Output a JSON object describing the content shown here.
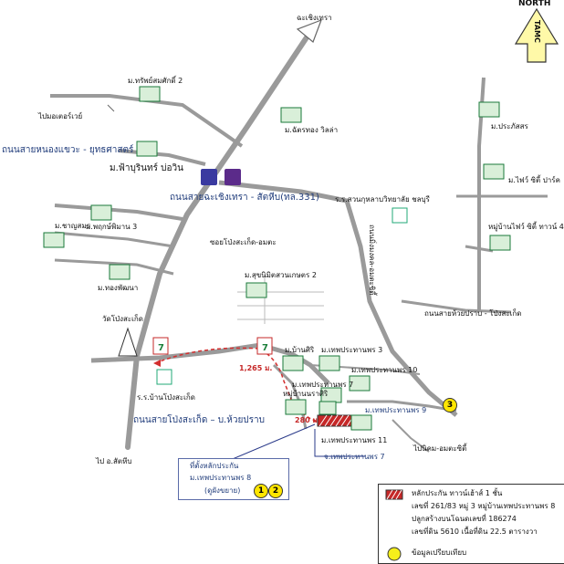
{
  "north": {
    "label": "NORTH",
    "tamc": "TAMC"
  },
  "roads": {
    "chachoengsao": "ฉะเชิงเทรา",
    "bypass": "ไปมอเตอร์เวย์",
    "nongkhaetae": "ถนนสายหนองแขวะ - ยุทธศาสตร์",
    "chachoengsao_sattahip": "ถนนสายฉะเชิงเทรา - สัตหีบ(ทล.331)",
    "soi": "ซอยโป่งสะเก็ด-อมตะ",
    "lane_vertical": "ถนนมิ่งมงคล-อมตะซิตี้",
    "huaypraab": "ถนนสายห้วยปราบ - โป่งสะเก็ด",
    "pongsaket_huaypraab": "ถนนสายโป่งสะเก็ด – บ.ห้วยปราบ",
    "to_sattahip": "ไป อ.สัตหีบ",
    "to_amata": "ไปนิคม-อมตะซิตี้"
  },
  "places": {
    "supsomsak2": "ม.ทรัพย์สมศักดิ์ 2",
    "chattong": "ม.ฉัตรทอง วิลล่า",
    "fahburin": "ม.ฟ้าบุรินทร์ บ่อวิน",
    "school": "ร.ร.สวนกุหลาบวิทยาลัย ชลบุรี",
    "chayomsin": "ม.ชาญสมร",
    "pruksapiman": "ม.พฤกษ์พิมาน 3",
    "tongpanna": "ม.ทองพัฒนา",
    "sukhumvit": "ม.สุขนิมิตสวนเกษตร 2",
    "wat": "วัดโป่งสะเก็ด",
    "ban_school": "ร.ร.บ้านโป่งสะเก็ด",
    "prasat": "ม.ประภัสสร",
    "fivestar": "ม.ไฟว์ ซิตี้ ปาร์ค",
    "moo_fivestar": "หมู่บ้านไฟว์ ซิตี้ ทาวน์ 4",
    "bansiri": "ม.บ้านศิริ",
    "thep3": "ม.เทพประทานพร 3",
    "thep10": "ม.เทพประทานพร 10",
    "thep7": "ม.เทพประทานพร 7",
    "moonsiri": "หมู่บ้านนราศิริ",
    "thep9": "ม.เทพประทานพร 9",
    "thep11": "ม.เทพประทานพร 11",
    "thep7b": "จ.เทพประทานพร 7"
  },
  "distances": {
    "d1": "1,265 ม.",
    "d2": "280 ม."
  },
  "callout": {
    "line1": "ที่ตั้งหลักประกัน",
    "line2": "ม.เทพประทานพร 8",
    "line3": "(ดูผังขยาย)"
  },
  "numbers": {
    "n1": "1",
    "n2": "2",
    "n3": "3"
  },
  "legend": {
    "line1": "หลักประกัน ทาวน์เฮ้าส์ 1 ชั้น",
    "line2": "เลขที่ 261/83 หมู่ 3 หมู่บ้านเทพประทานพร 8",
    "line3": "ปลูกสร้างบนโฉนดเลขที่ 186274",
    "line4": "เลขที่ดิน 5610 เนื้อที่ดิน 22.5 ตารางวา",
    "line5": "ข้อมูลเปรียบเทียบ"
  },
  "colors": {
    "road": "#9a9a9a",
    "route": "#d32f2f",
    "marker": "#f5ef1b",
    "accent": "#1f3b7a"
  }
}
